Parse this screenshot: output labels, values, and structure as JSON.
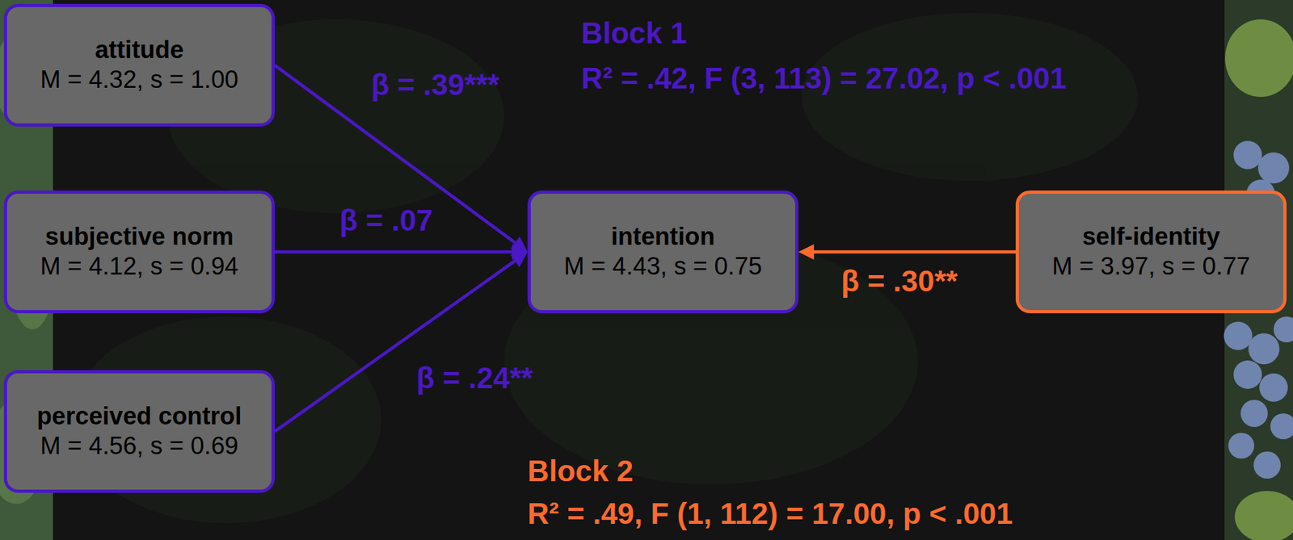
{
  "diagram": {
    "nodes": [
      {
        "text": [
          "attitude",
          "M = 4.32, s = 1.00"
        ]
      },
      {
        "text": [
          "subjective norm",
          "M = 4.12, s = 0.94"
        ]
      },
      {
        "text": [
          "perceived control",
          "M = 4.56, s = 0.69"
        ]
      },
      {
        "text": [
          "intention",
          "M = 4.43, s = 0.75"
        ]
      },
      {
        "text": [
          "self-identity",
          "M = 3.97, s = 0.77"
        ]
      }
    ],
    "edges": [
      {
        "from": 0,
        "to": 3,
        "label": "β = .39***",
        "arrow": "to"
      },
      {
        "from": 1,
        "to": 3,
        "label": "β = .07",
        "arrow": "to"
      },
      {
        "from": 2,
        "to": 3,
        "label": "β = .24**",
        "arrow": "to"
      },
      {
        "from": 4,
        "to": 3,
        "label": "β = .30**",
        "arrow": "to"
      }
    ],
    "labels": [
      "Block 1",
      "R² = .42, F (3, 113) = 27.02, p < .001",
      "Block 2",
      "R² = .49, F (1, 112) = 17.00, p < .001"
    ]
  }
}
